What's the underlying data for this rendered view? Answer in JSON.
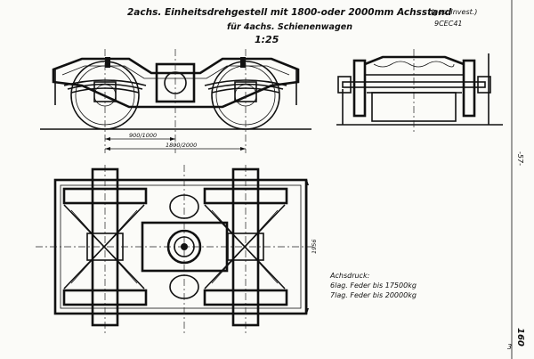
{
  "title": {
    "main": "2achs. Einheitsdrehgestell mit 1800-oder 2000mm Achsstand",
    "bracket": "(ges. Invest.)",
    "code": "9CEC41",
    "subtitle": "für 4achs. Schienenwagen",
    "scale": "1:25"
  },
  "dimensions": {
    "half_base": "900/1000",
    "wheelbase": "1800/2000",
    "width": "1956"
  },
  "notes": {
    "heading": "Achsdruck:",
    "line1": "6lag. Feder bis 17500kg",
    "line2": "7lag. Feder bis 20000kg"
  },
  "margin": {
    "side_mark": "-57-",
    "page_number": "160",
    "corner_mark": "3"
  }
}
